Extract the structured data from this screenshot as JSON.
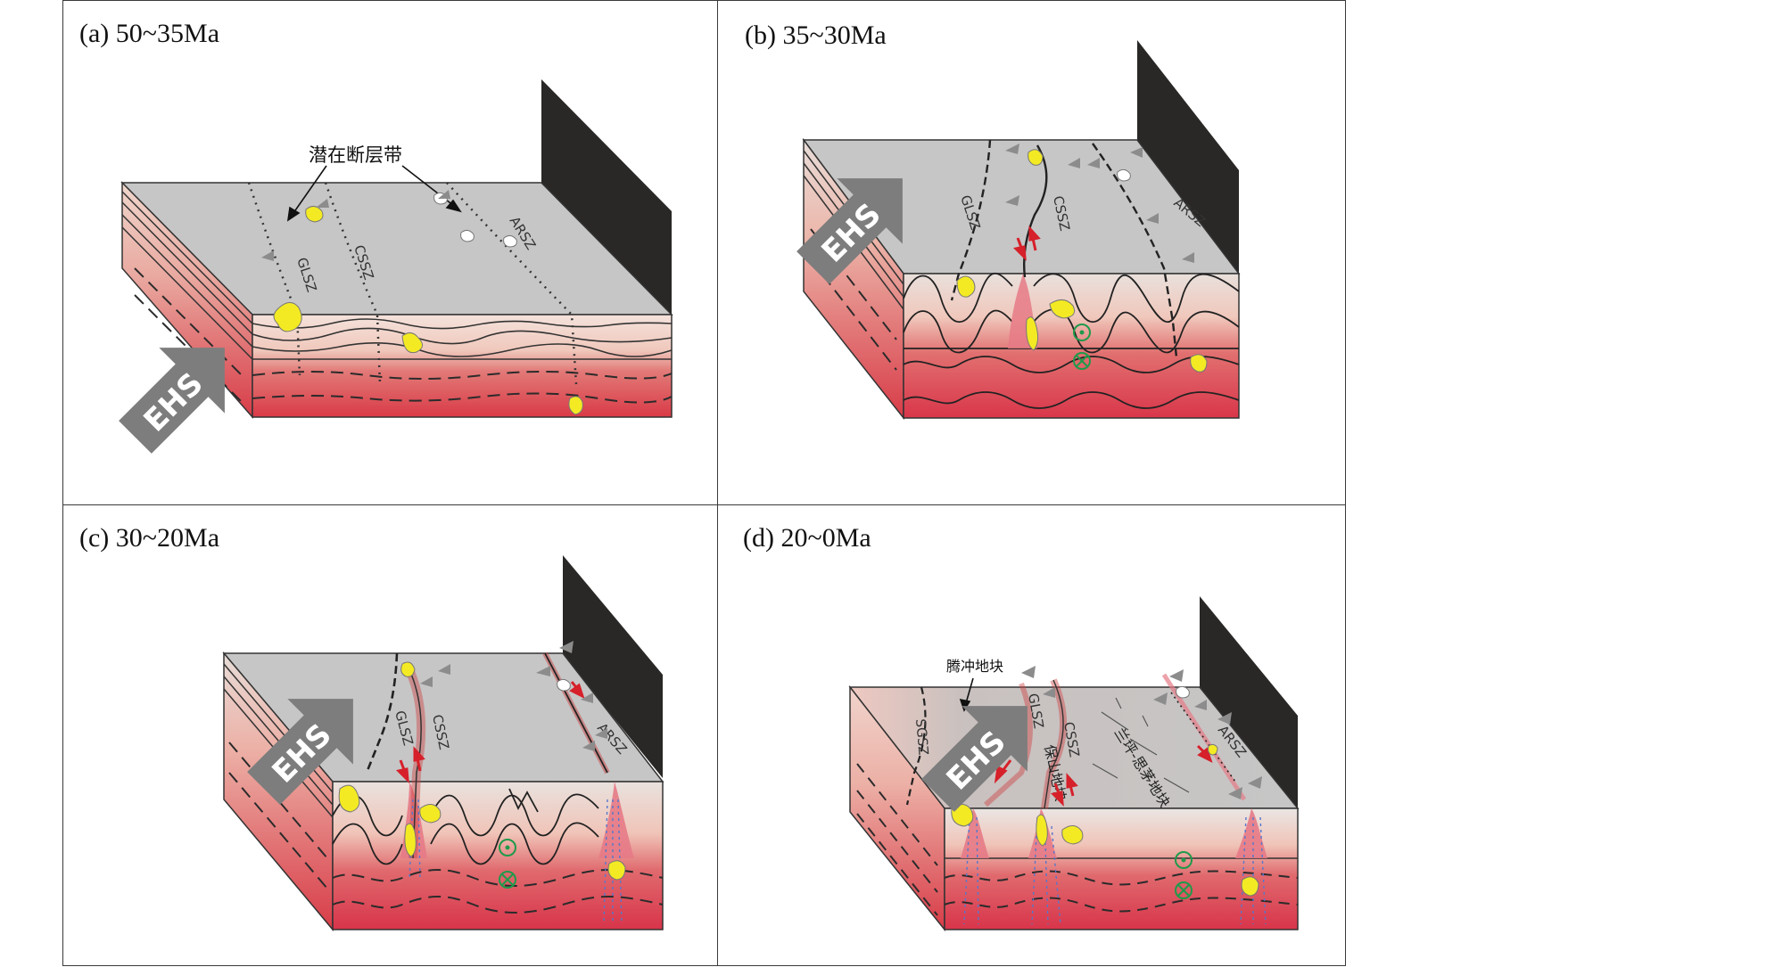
{
  "panels": {
    "a": {
      "label": "(a) 50~35Ma",
      "arrow": "EHS",
      "faults": [
        "GLSZ",
        "CSSZ",
        "ARSZ"
      ],
      "annotation": "潜在断层带"
    },
    "b": {
      "label": "(b) 35~30Ma",
      "arrow": "EHS",
      "faults": [
        "GLSZ",
        "CSSZ",
        "ARSZ"
      ]
    },
    "c": {
      "label": "(c) 30~20Ma",
      "arrow": "EHS",
      "faults": [
        "GLSZ",
        "CSSZ",
        "ARSZ"
      ]
    },
    "d": {
      "label": "(d) 20~0Ma",
      "arrow": "EHS",
      "faults": [
        "SGSZ",
        "GLSZ",
        "CSSZ",
        "ARSZ"
      ],
      "annotation": "腾冲地块",
      "block_baoshan": "保山地块",
      "block_lanping": "兰坪-思茅地块"
    }
  },
  "colors": {
    "top_surface": "#c6c6c6",
    "upper_layer": "#f2d8cc",
    "lower_layer": "#d9444e",
    "wall": "#2a2826",
    "arrow": "#7d7d7d",
    "granite": "#f3ea24",
    "shear_red": "#d6202a",
    "symbol_green": "#1f9a4a"
  }
}
